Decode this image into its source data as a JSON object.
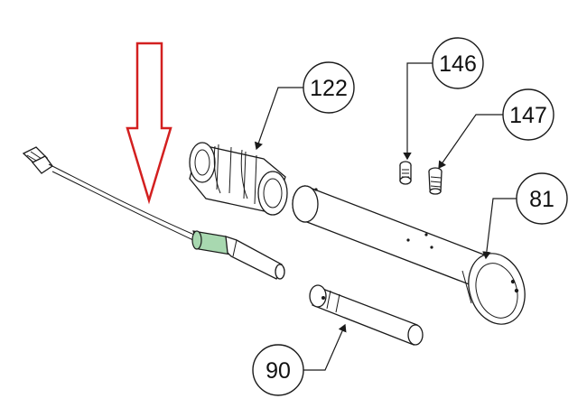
{
  "callouts": {
    "c122": "122",
    "c146": "146",
    "c147": "147",
    "c81": "81",
    "c90": "90"
  },
  "colors": {
    "arrow": "#d32020",
    "sensor_tip": "#a8d8b0",
    "line": "#1a1a1a"
  },
  "icons": {
    "indicator": "down-arrow-icon"
  }
}
